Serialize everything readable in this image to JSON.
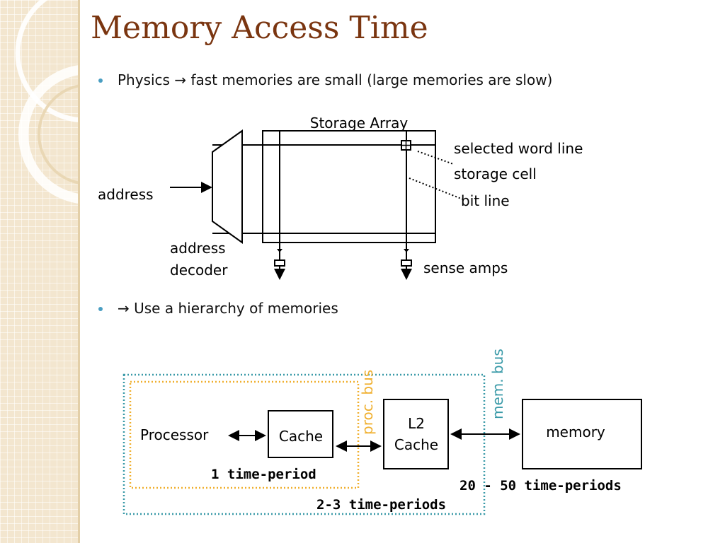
{
  "slide": {
    "title": "Memory Access Time",
    "bullets": [
      {
        "before": "Physics",
        "arrow": "→",
        "after": "fast memories are small (large memories are slow)"
      },
      {
        "arrow": "→",
        "after": "Use a hierarchy of memories"
      }
    ]
  },
  "storage_diagram": {
    "array_label": "Storage Array",
    "address_label": "address",
    "decoder_label_line1": "address",
    "decoder_label_line2": "decoder",
    "word_line_label": "selected word line",
    "cell_label": "storage cell",
    "bit_line_label": "bit line",
    "sense_amps_label": "sense amps"
  },
  "hierarchy_diagram": {
    "processor_label": "Processor",
    "cache_label": "Cache",
    "l2_line1": "L2",
    "l2_line2": "Cache",
    "memory_label": "memory",
    "proc_bus_label": "proc. bus",
    "mem_bus_label": "mem. bus",
    "time_1": "1 time-period",
    "time_2": "2-3 time-periods",
    "time_3": "20 - 50 time-periods",
    "colors": {
      "proc_bus": "#f0b030",
      "mem_bus": "#3a9aa8"
    }
  },
  "colors": {
    "title": "#7a3510",
    "bullet": "#4a9ec2",
    "band": "#f3e6cf"
  }
}
